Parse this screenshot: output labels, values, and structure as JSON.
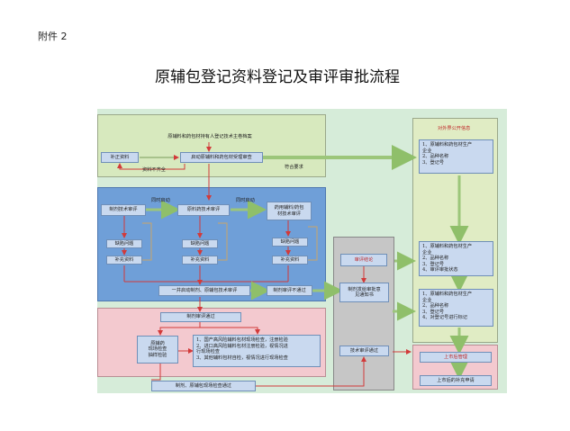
{
  "attachment_label": "附件 2",
  "title": "原辅包登记资料登记及审评审批流程",
  "top": {
    "archive": "原辅料和药包材持有人登记技术主卷档案",
    "supplement_data": "补正资料",
    "data_incomplete": "资料不齐全",
    "start_acceptance": "启动原辅料和药包材受理审查",
    "meets_requirement": "符合要求"
  },
  "public_info": {
    "header": "对外界公开信息",
    "list1": "1、原辅料和药包材生产\n企业\n2、品种名称\n3、登记号",
    "list2": "1、原辅料和药包材生产\n企业\n2、品种名称\n3、登记号\n4、审评审批状态",
    "list3": "1、原辅料和药包材生产\n企业\n2、品种名称\n3、登记号\n4、对登记号进行标记"
  },
  "blue": {
    "prep_review": "制剂技术审评",
    "simultaneous_start_1": "同时启动",
    "excipient_review": "原料药技术审评",
    "simultaneous_start_2": "同时启动",
    "pack_review": "药用辅料/药包\n材技术审评",
    "defect_1": "缺陷问题",
    "defect_2": "缺陷问题",
    "defect_3": "缺陷问题",
    "supplement_1": "补充资料",
    "supplement_2": "补充资料",
    "supplement_3": "补充资料",
    "joint_start": "一并启动制剂、原辅包技术审评",
    "prep_review_fail": "制剂审评不通过"
  },
  "gray": {
    "header": "审评结论",
    "notice": "制剂发给审批意\n见通知书",
    "review_pass": "技术审评通过"
  },
  "pink": {
    "prep_pass": "制剂审评通过",
    "inspection": "原辅药\n现场检查\n抽样检验",
    "items": "1、国产高风险辅料包材现场检查，注册检验\n2、进口高风险辅料包材注册检验，视情况进\n行现场检查\n3、其他辅料包材自检，视情况进行现场检查",
    "final_pass": "制剂、原辅包现场检查通过"
  },
  "post_market": {
    "header": "上市后管理",
    "supplement_app": "上市后的补充申请"
  }
}
